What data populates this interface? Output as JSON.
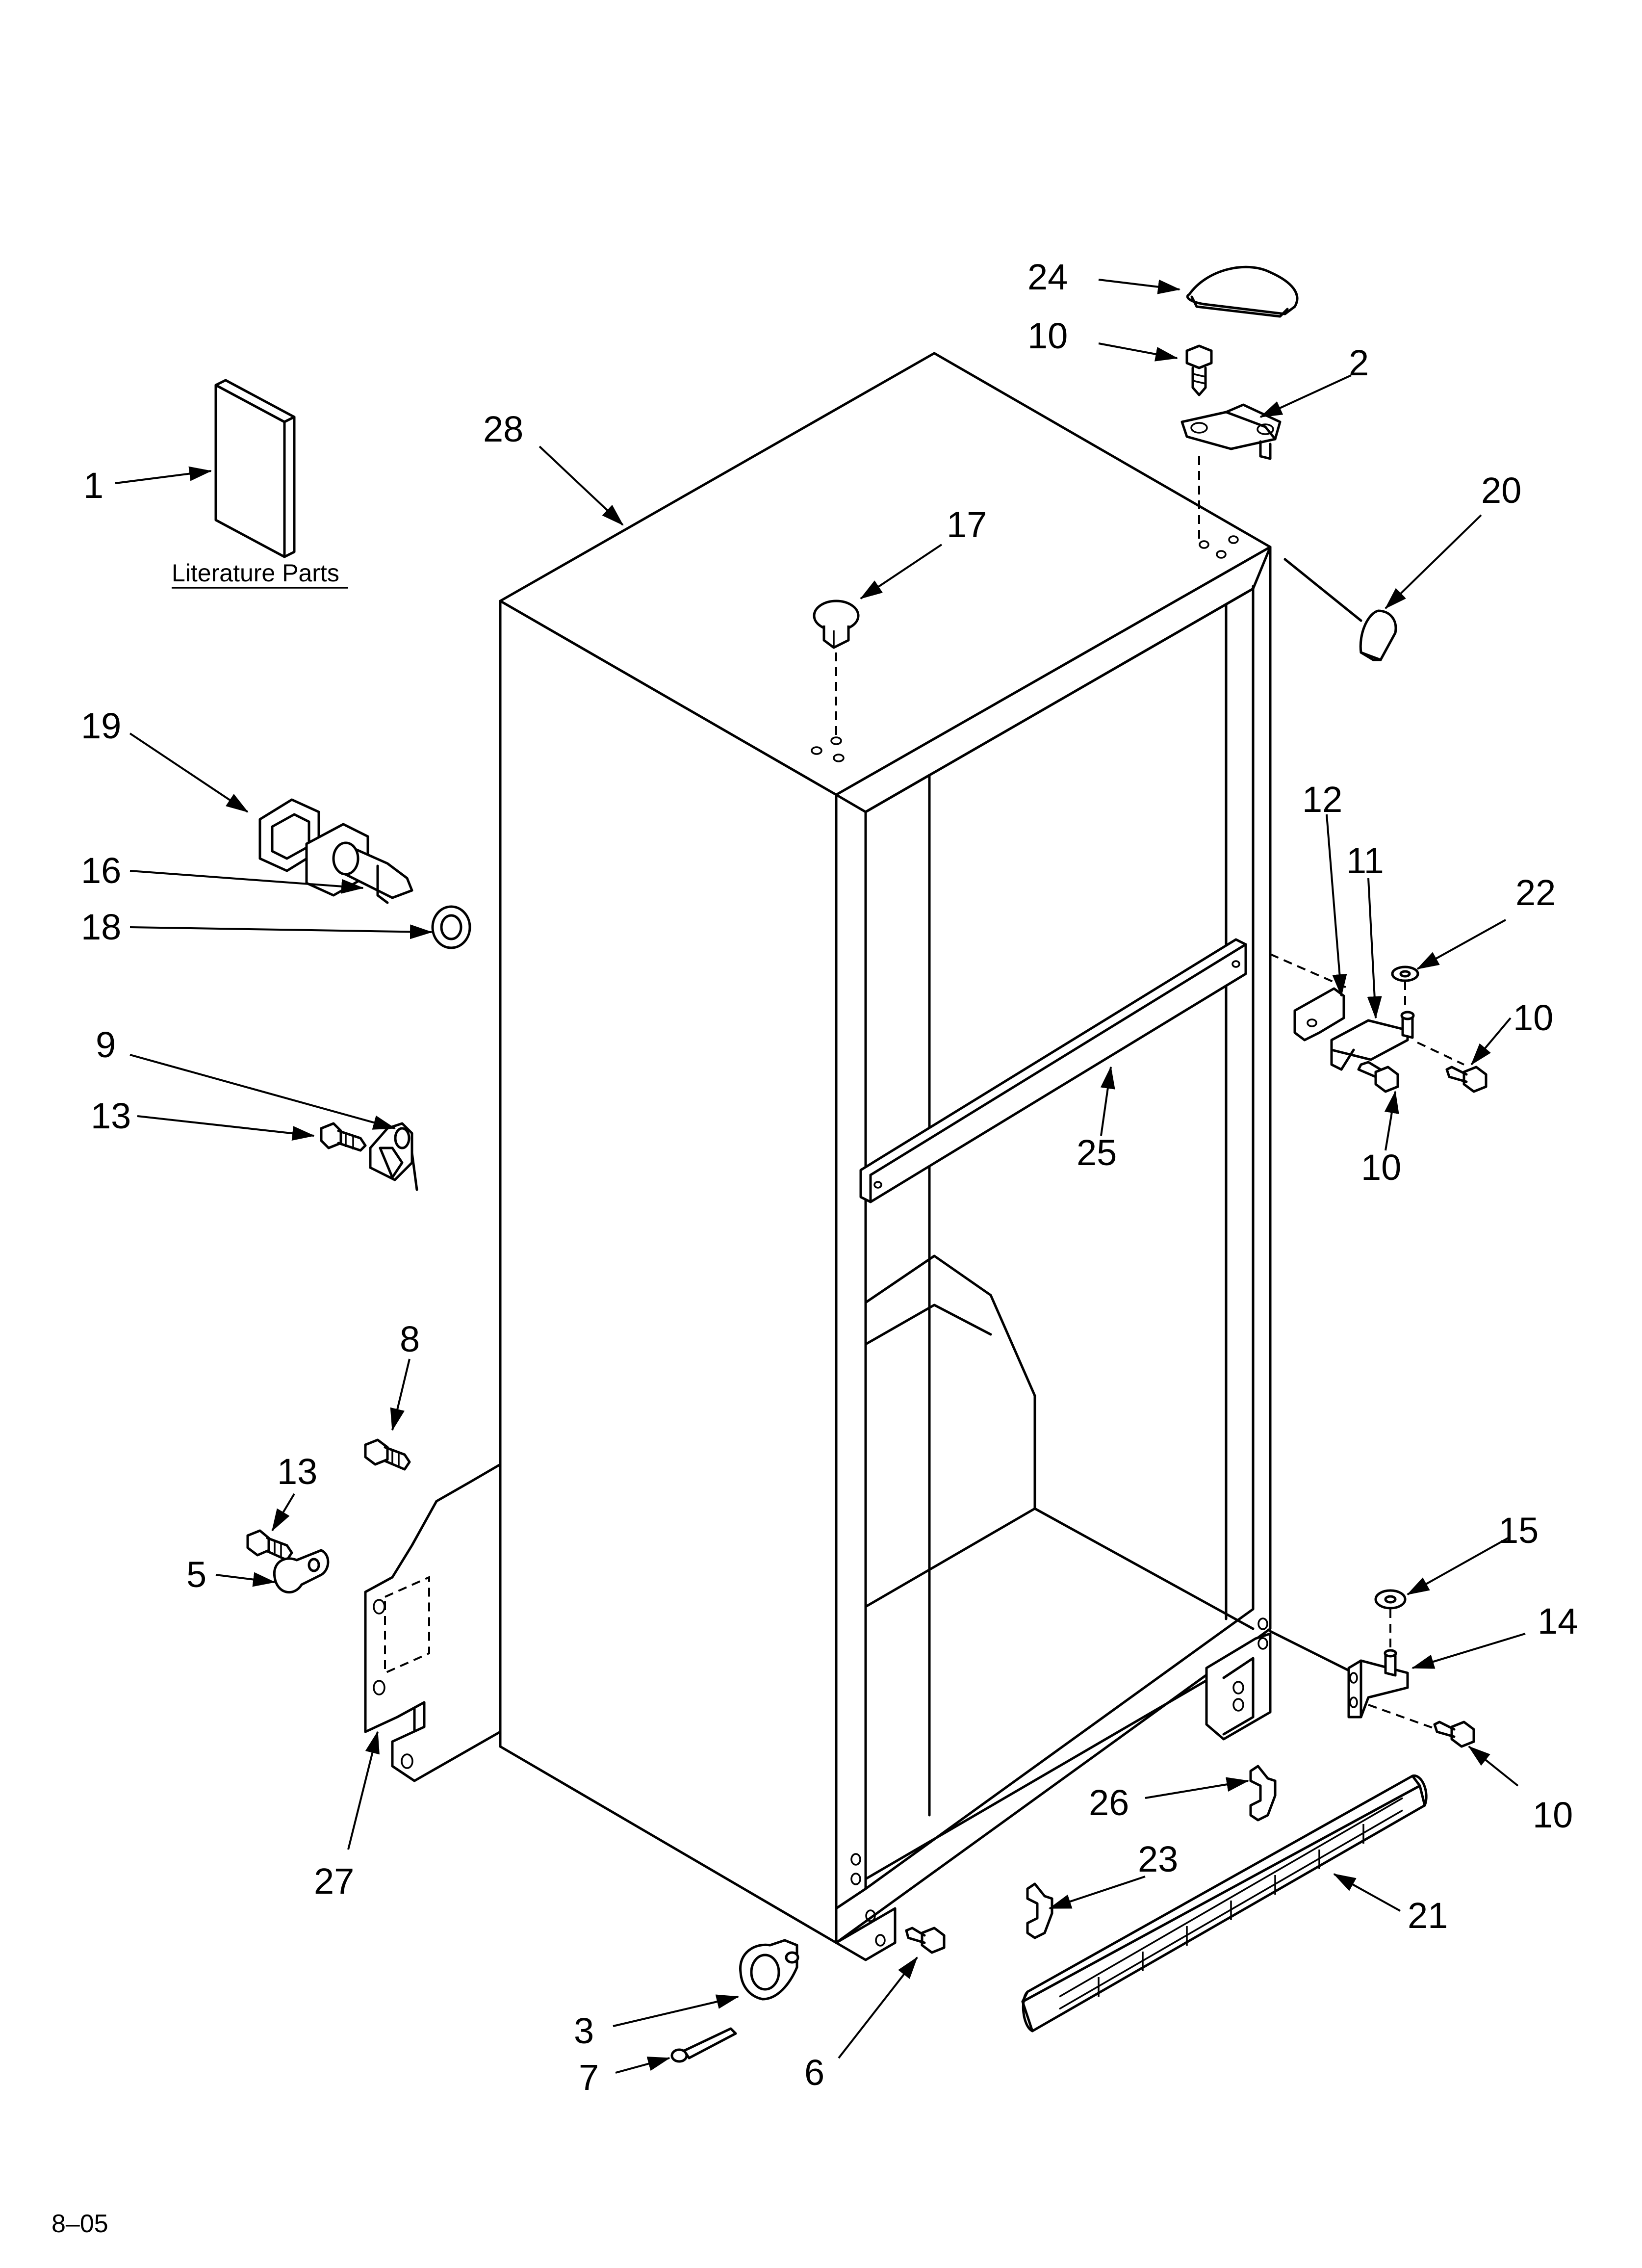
{
  "diagram": {
    "literature_caption": "Literature Parts",
    "date_code": "8–05",
    "callouts": {
      "c1": "1",
      "c2": "2",
      "c3": "3",
      "c5": "5",
      "c6": "6",
      "c7": "7",
      "c8": "8",
      "c9": "9",
      "c10a": "10",
      "c10b": "10",
      "c10c": "10",
      "c10d": "10",
      "c11": "11",
      "c12": "12",
      "c13a": "13",
      "c13b": "13",
      "c14": "14",
      "c15": "15",
      "c16": "16",
      "c17": "17",
      "c18": "18",
      "c19": "19",
      "c20": "20",
      "c21": "21",
      "c22": "22",
      "c23": "23",
      "c24": "24",
      "c25": "25",
      "c26": "26",
      "c27": "27",
      "c28": "28"
    }
  }
}
